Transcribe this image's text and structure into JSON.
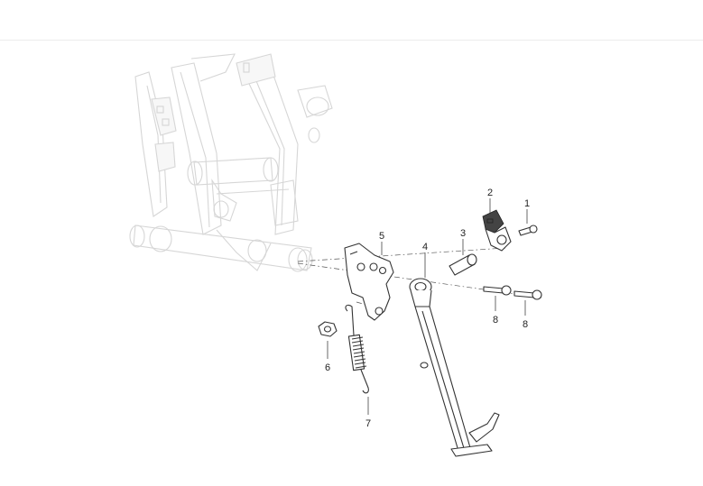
{
  "callouts": {
    "c1": "1",
    "c2": "2",
    "c3": "3",
    "c4": "4",
    "c5": "5",
    "c6": "6",
    "c7": "7",
    "c8a": "8",
    "c8b": "8"
  },
  "colors": {
    "frame_stroke": "#d6d6d6",
    "part_stroke": "#333333",
    "background": "#ffffff"
  }
}
